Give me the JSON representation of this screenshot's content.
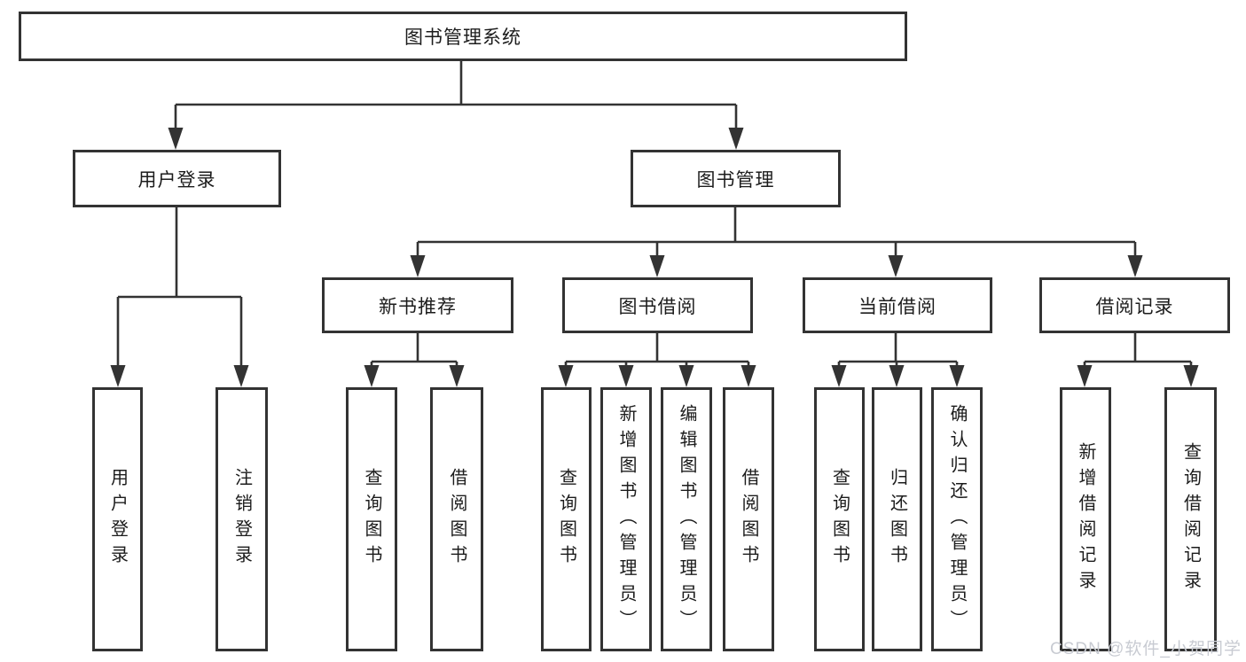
{
  "diagram": {
    "title": "图书管理系统",
    "type": "hierarchy-tree",
    "colors": {
      "background": "#ffffff",
      "line": "#333333",
      "box_border": "#333333",
      "text": "#1c1c1c",
      "watermark_text": "#c8cbd2"
    },
    "watermark": "CSDN @软件_小贺同学",
    "tree": {
      "root": "图书管理系统",
      "children": [
        {
          "label": "用户登录",
          "children": [
            "用户登录",
            "注销登录"
          ]
        },
        {
          "label": "图书管理",
          "children": [
            {
              "label": "新书推荐",
              "children": [
                "查询图书",
                "借阅图书"
              ]
            },
            {
              "label": "图书借阅",
              "children": [
                "查询图书",
                "新增图书（管理员）",
                "编辑图书（管理员）",
                "借阅图书"
              ]
            },
            {
              "label": "当前借阅",
              "children": [
                "查询图书",
                "归还图书",
                "确认归还（管理员）"
              ]
            },
            {
              "label": "借阅记录",
              "children": [
                "新增借阅记录",
                "查询借阅记录"
              ]
            }
          ]
        }
      ]
    }
  }
}
